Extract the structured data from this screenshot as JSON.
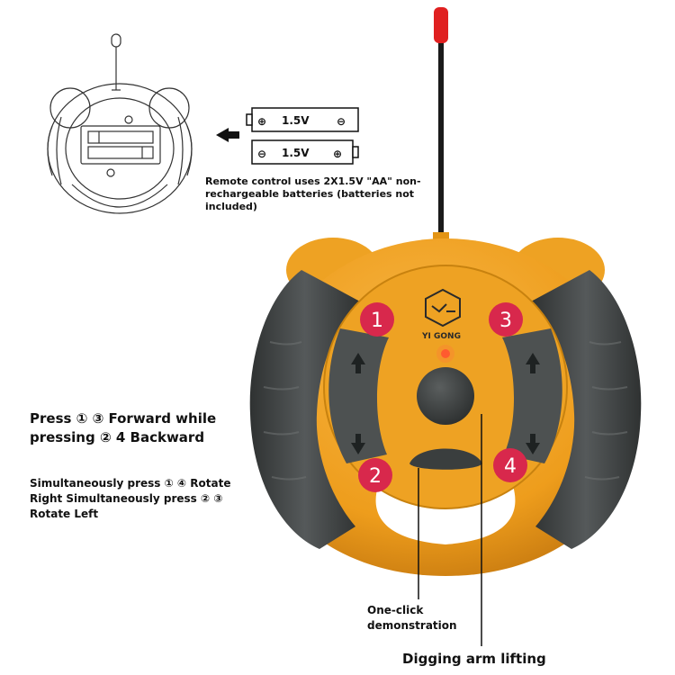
{
  "battery_diagram": {
    "top_battery": {
      "voltage": "1.5V",
      "left_symbol": "⊕",
      "right_symbol": "⊖"
    },
    "bottom_battery": {
      "voltage": "1.5V",
      "left_symbol": "⊖",
      "right_symbol": "⊕"
    },
    "note": "Remote control uses 2X1.5V \"AA\" non-rechargeable batteries (batteries not included)"
  },
  "instructions": {
    "line1": "Press ① ③ Forward while",
    "line2": "pressing ② 4 Backward",
    "rotate": "Simultaneously press ① ④ Rotate Right Simultaneously press ② ③ Rotate Left"
  },
  "remote": {
    "brand": "YI GONG",
    "buttons": [
      {
        "number": "1"
      },
      {
        "number": "2"
      },
      {
        "number": "3"
      },
      {
        "number": "4"
      }
    ],
    "labels": {
      "demo": "One-click demonstration",
      "digging": "Digging arm lifting"
    },
    "colors": {
      "body": "#f0a21e",
      "grip": "#454848",
      "badge": "#d8284c",
      "antenna_tip": "#e02020"
    }
  }
}
